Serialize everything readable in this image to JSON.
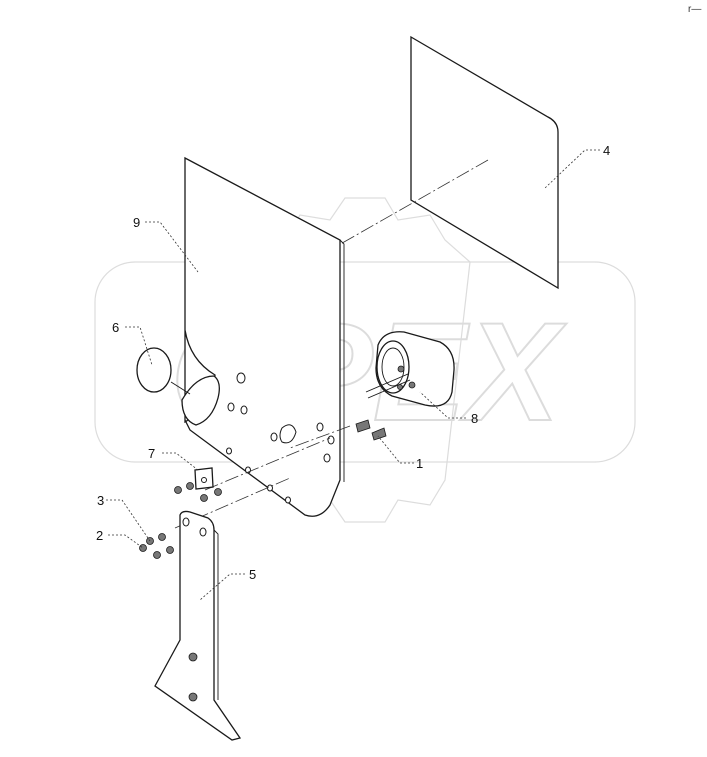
{
  "watermark": "OPEX",
  "corner_mark": "r—",
  "callouts": [
    {
      "id": "c1",
      "label": "1"
    },
    {
      "id": "c2",
      "label": "2"
    },
    {
      "id": "c3",
      "label": "3"
    },
    {
      "id": "c4",
      "label": "4"
    },
    {
      "id": "c5",
      "label": "5"
    },
    {
      "id": "c6",
      "label": "6"
    },
    {
      "id": "c7",
      "label": "7"
    },
    {
      "id": "c8",
      "label": "8"
    },
    {
      "id": "c9",
      "label": "9"
    }
  ]
}
